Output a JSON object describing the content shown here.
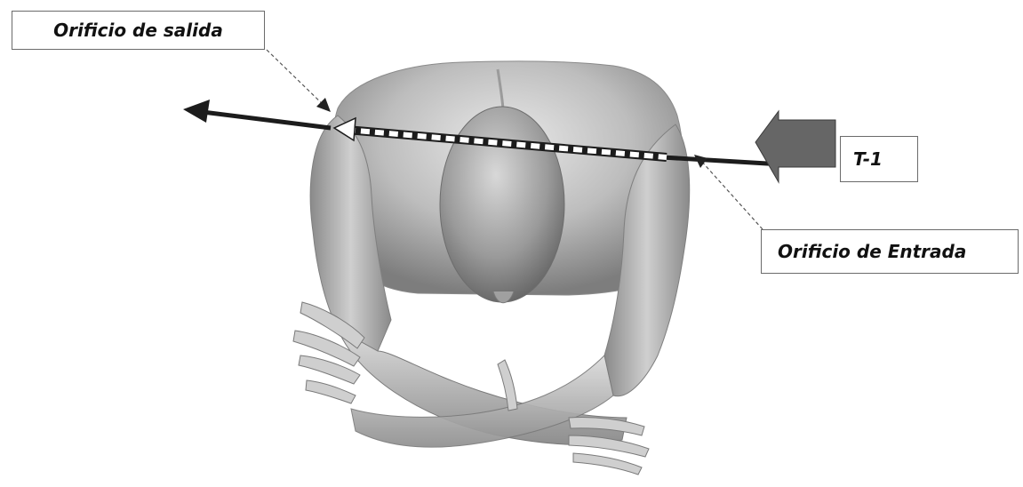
{
  "labels": {
    "exit": "Orificio de salida",
    "impact": "T-1",
    "entry": "Orificio de Entrada"
  },
  "colors": {
    "trajectory": "#1c1c1c",
    "inner_path": "#ffffff",
    "impact_arrow": "#6a6a6a",
    "body_light": "#d9d9d9",
    "body_dark": "#7a7a7a",
    "label_border": "#6b6b6b"
  },
  "icons": {
    "projectile": "block-arrow-right",
    "direction": "arrow-left"
  }
}
